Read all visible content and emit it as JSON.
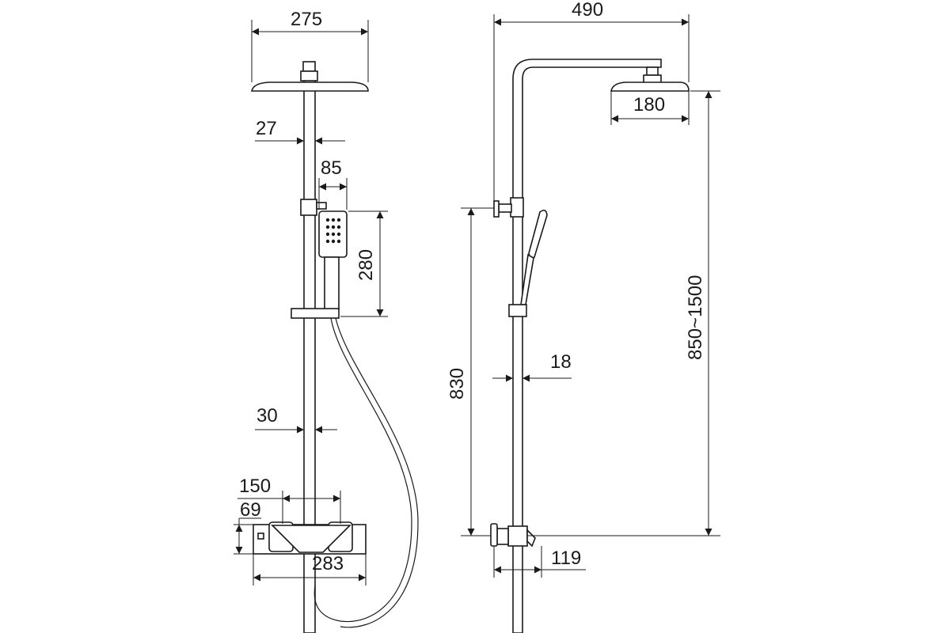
{
  "front_view": {
    "dimensions": {
      "head_width": "275",
      "pipe_diameter_upper": "27",
      "hand_shower_width": "85",
      "hand_shower_height": "280",
      "pipe_diameter_lower": "30",
      "inlet_spacing": "150",
      "mixer_height": "69",
      "mixer_width": "283"
    }
  },
  "side_view": {
    "dimensions": {
      "arm_reach": "490",
      "head_size": "180",
      "height_range": "850~1500",
      "bracket_height": "830",
      "pipe_diameter": "18",
      "mixer_depth": "119"
    }
  }
}
